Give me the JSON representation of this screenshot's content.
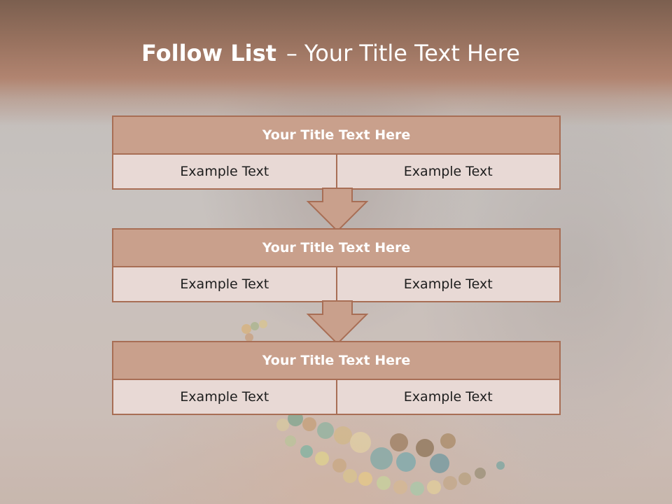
{
  "slide": {
    "title_bold": "Follow List",
    "title_dash": "–",
    "title_rest": "Your Title Text Here"
  },
  "steps": [
    {
      "title": "Your Title Text Here",
      "left": "Example Text",
      "right": "Example Text"
    },
    {
      "title": "Your Title Text Here",
      "left": "Example Text",
      "right": "Example Text"
    },
    {
      "title": "Your Title Text Here",
      "left": "Example Text",
      "right": "Example Text"
    }
  ],
  "colors": {
    "header_band": "#9a7360",
    "title_fill": "#c9a08c",
    "cell_fill": "#e8d9d5",
    "border": "#a86e55",
    "arrow_fill": "#c9a08c"
  }
}
